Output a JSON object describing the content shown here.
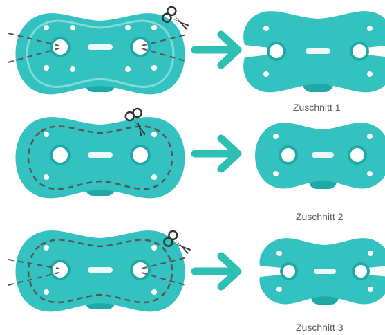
{
  "colors": {
    "shield": "#33c2bf",
    "shield_dark": "#1fa9a6",
    "shield_light": "#7fdcd9",
    "arrow": "#2dbfb3",
    "cut_line": "#555555",
    "scissors": "#333333",
    "caption": "#5a5a5a"
  },
  "steps": [
    {
      "caption": "Zuschnitt 1",
      "cut": "side-slits"
    },
    {
      "caption": "Zuschnitt 2",
      "cut": "outline-trim"
    },
    {
      "caption": "Zuschnitt 3",
      "cut": "outline-and-slits"
    }
  ],
  "icons": {
    "tool": "scissors-icon",
    "direction": "arrow-right-icon"
  }
}
